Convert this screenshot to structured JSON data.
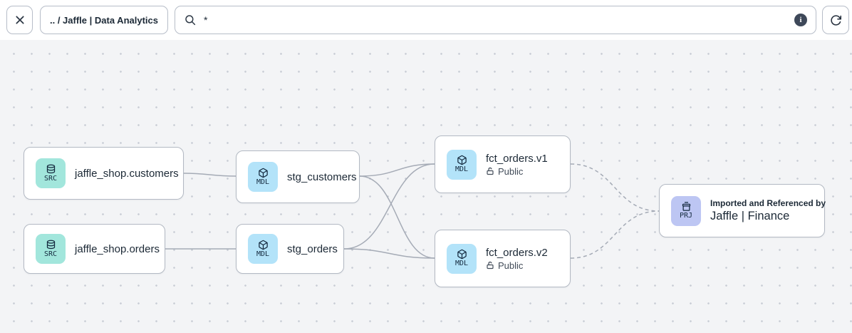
{
  "toolbar": {
    "breadcrumb": ".. / Jaffle | Data Analytics",
    "search_value": "*",
    "search_placeholder": ""
  },
  "graph": {
    "nodes": [
      {
        "id": "jaffle_shop.customers",
        "badge": "SRC",
        "kind": "source",
        "label": "jaffle_shop.customers"
      },
      {
        "id": "jaffle_shop.orders",
        "badge": "SRC",
        "kind": "source",
        "label": "jaffle_shop.orders"
      },
      {
        "id": "stg_customers",
        "badge": "MDL",
        "kind": "model",
        "label": "stg_customers"
      },
      {
        "id": "stg_orders",
        "badge": "MDL",
        "kind": "model",
        "label": "stg_orders"
      },
      {
        "id": "fct_orders.v1",
        "badge": "MDL",
        "kind": "model",
        "label": "fct_orders.v1",
        "access": "Public"
      },
      {
        "id": "fct_orders.v2",
        "badge": "MDL",
        "kind": "model",
        "label": "fct_orders.v2",
        "access": "Public"
      },
      {
        "id": "jaffle_finance",
        "badge": "PRJ",
        "kind": "project",
        "subtitle": "Imported and Referenced by",
        "label": "Jaffle | Finance"
      }
    ],
    "edges": [
      {
        "from": "jaffle_shop.customers",
        "to": "stg_customers",
        "style": "solid"
      },
      {
        "from": "jaffle_shop.orders",
        "to": "stg_orders",
        "style": "solid"
      },
      {
        "from": "stg_customers",
        "to": "fct_orders.v1",
        "style": "solid"
      },
      {
        "from": "stg_customers",
        "to": "fct_orders.v2",
        "style": "solid"
      },
      {
        "from": "stg_orders",
        "to": "fct_orders.v1",
        "style": "solid"
      },
      {
        "from": "stg_orders",
        "to": "fct_orders.v2",
        "style": "solid"
      },
      {
        "from": "fct_orders.v1",
        "to": "jaffle_finance",
        "style": "dashed"
      },
      {
        "from": "fct_orders.v2",
        "to": "jaffle_finance",
        "style": "dashed"
      }
    ]
  },
  "colors": {
    "source_badge_bg": "#a2e6dc",
    "model_badge_bg": "#b3e3f9",
    "project_badge_bg": "#bdc6f3",
    "badge_text": "#14293e",
    "edge": "#a5abb6",
    "canvas_bg": "#f3f4f6",
    "canvas_dot": "#c9cdd5",
    "node_border": "#b3b9c3",
    "info_icon_bg": "#3e4859"
  }
}
